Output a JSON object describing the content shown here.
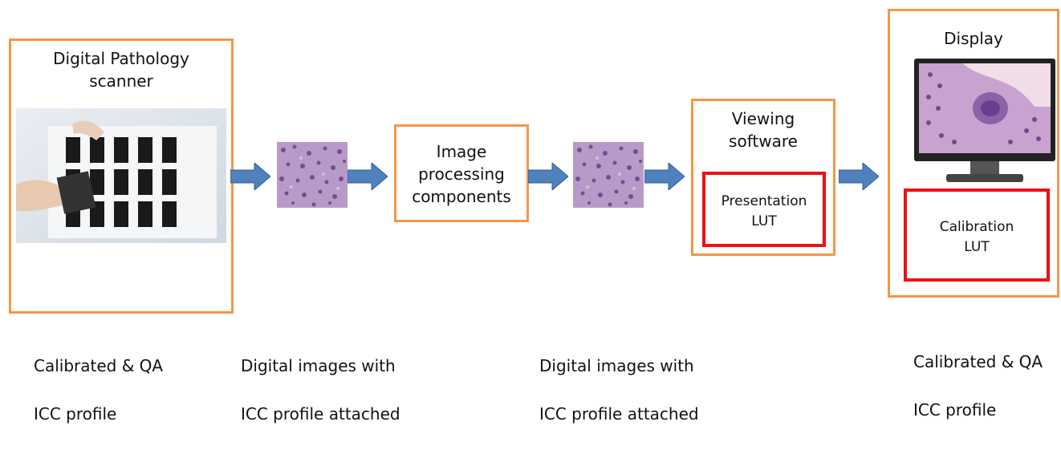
{
  "scanner": {
    "title_line1": "Digital Pathology",
    "title_line2": "scanner"
  },
  "processing": {
    "line1": "Image",
    "line2": "processing",
    "line3": "components"
  },
  "viewer": {
    "line1": "Viewing",
    "line2": "software",
    "lut_line1": "Presentation",
    "lut_line2": "LUT"
  },
  "display": {
    "title": "Display",
    "lut_line1": "Calibration",
    "lut_line2": "LUT"
  },
  "captions": {
    "scanner_line1": "Calibrated & QA",
    "scanner_line2": "ICC profile",
    "images1_line1": "Digital images with",
    "images1_line2": "ICC profile attached",
    "images2_line1": "Digital images with",
    "images2_line2": "ICC profile attached",
    "display_line1": "Calibrated & QA",
    "display_line2": "ICC profile"
  },
  "colors": {
    "box_border": "#F79646",
    "lut_border": "#EE1111",
    "arrow": "#4F81BD"
  }
}
